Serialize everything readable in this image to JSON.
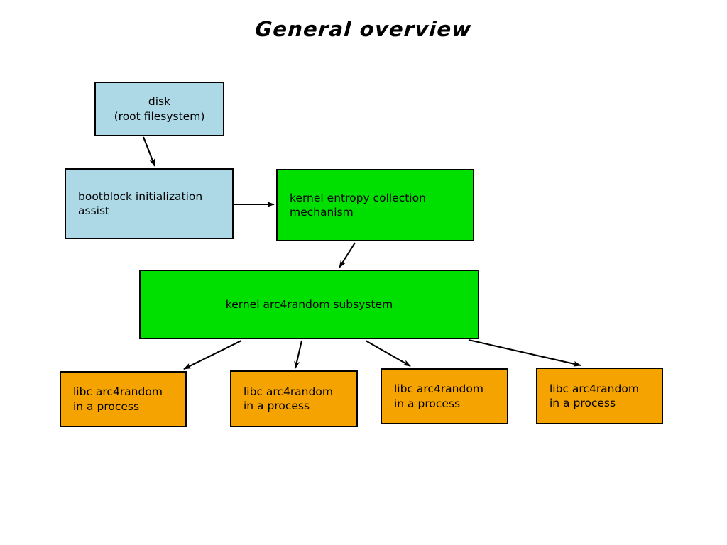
{
  "title": "General overview",
  "colors": {
    "background": "#ffffff",
    "blue_node": "#ADD8E6",
    "green_node": "#00E000",
    "orange_node": "#F5A300",
    "border": "#000000",
    "edge": "#000000",
    "text": "#000000"
  },
  "nodes": {
    "disk": "disk\n(root filesystem)",
    "bootblock": "bootblock initialization\nassist",
    "entropy": "kernel entropy collection\nmechanism",
    "subsystem": "kernel arc4random subsystem",
    "libc1": "libc arc4random\nin a process",
    "libc2": "libc arc4random\nin a process",
    "libc3": "libc arc4random\nin a process",
    "libc4": "libc arc4random\nin a process"
  },
  "edges": [
    {
      "from": "disk",
      "to": "bootblock"
    },
    {
      "from": "bootblock",
      "to": "entropy"
    },
    {
      "from": "entropy",
      "to": "subsystem"
    },
    {
      "from": "subsystem",
      "to": "libc1"
    },
    {
      "from": "subsystem",
      "to": "libc2"
    },
    {
      "from": "subsystem",
      "to": "libc3"
    },
    {
      "from": "subsystem",
      "to": "libc4"
    }
  ]
}
